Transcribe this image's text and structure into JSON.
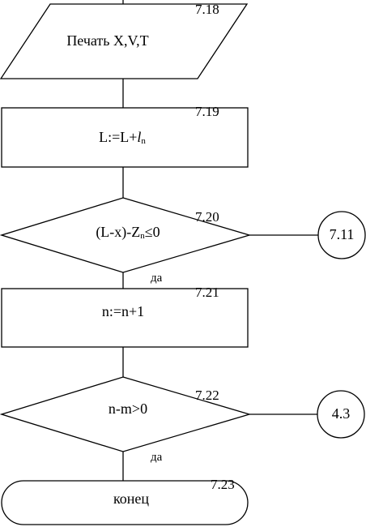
{
  "blocks": {
    "b718": {
      "number": "7.18",
      "text": "Печать X,V,T"
    },
    "b719": {
      "number": "7.19",
      "text_main": "L:=L+",
      "text_var": "l",
      "text_sub": "n"
    },
    "b720": {
      "number": "7.20",
      "text_pre": "(L-x)-Z",
      "text_sub": "n",
      "text_post": "≤0",
      "yes_label": "да",
      "connector": "7.11"
    },
    "b721": {
      "number": "7.21",
      "text": "n:=n+1"
    },
    "b722": {
      "number": "7.22",
      "text": "n-m>0",
      "yes_label": "да",
      "connector": "4.3"
    },
    "b723": {
      "number": "7.23",
      "text": "конец"
    }
  }
}
